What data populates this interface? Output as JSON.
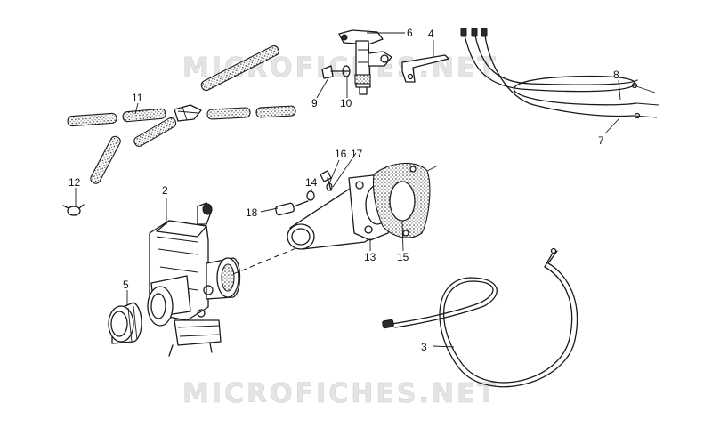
{
  "watermarks": [
    "MICROFICHES.NET",
    "MICROFICHES.NET"
  ],
  "callouts": {
    "c1": "2",
    "c2": "3",
    "c3": "4",
    "c4": "5",
    "c5": "6",
    "c6": "7",
    "c7": "8",
    "c8": "9",
    "c9": "10",
    "c10": "11",
    "c11": "12",
    "c12": "13",
    "c13": "14",
    "c14": "15",
    "c15": "16",
    "c16": "17",
    "c17": "18"
  }
}
